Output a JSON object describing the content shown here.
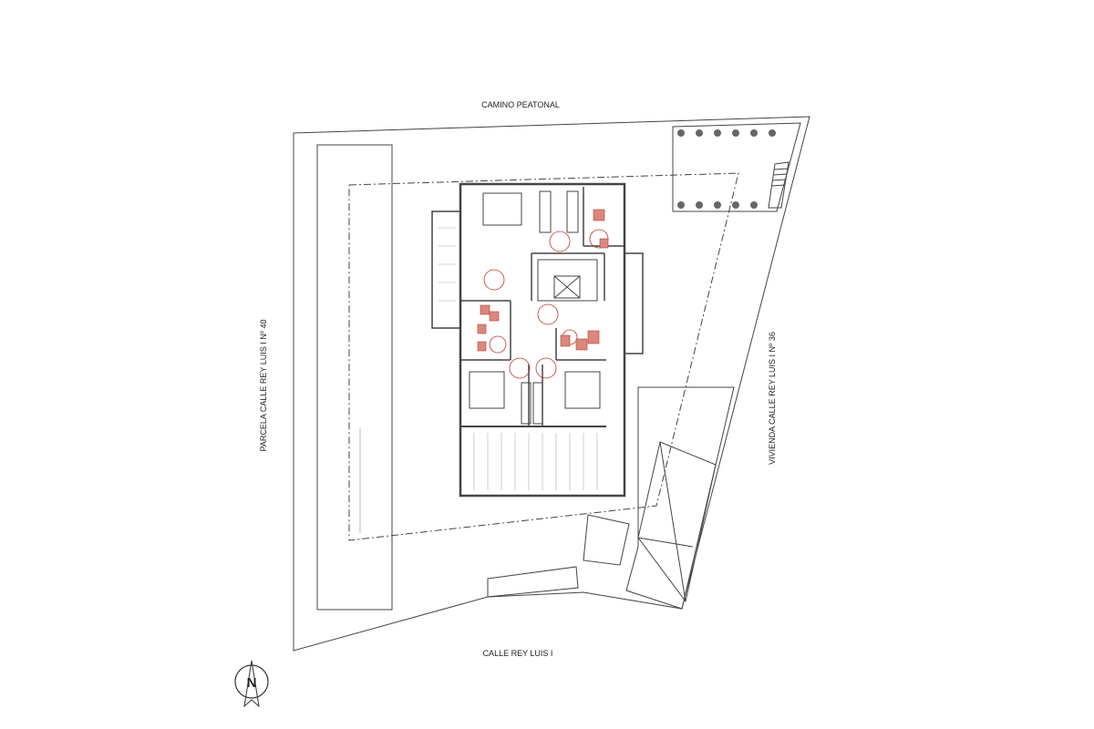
{
  "labels": {
    "north": "CAMINO PEATONAL",
    "south": "CALLE REY LUIS I",
    "west": "PARCELA CALLE REY LUIS I Nº 40",
    "east": "VIVIENDA CALLE REY LUIS I Nº 36"
  },
  "compass": {
    "letter": "N"
  },
  "colors": {
    "lines": "#333333",
    "furniture_accent": "#c0392b"
  }
}
